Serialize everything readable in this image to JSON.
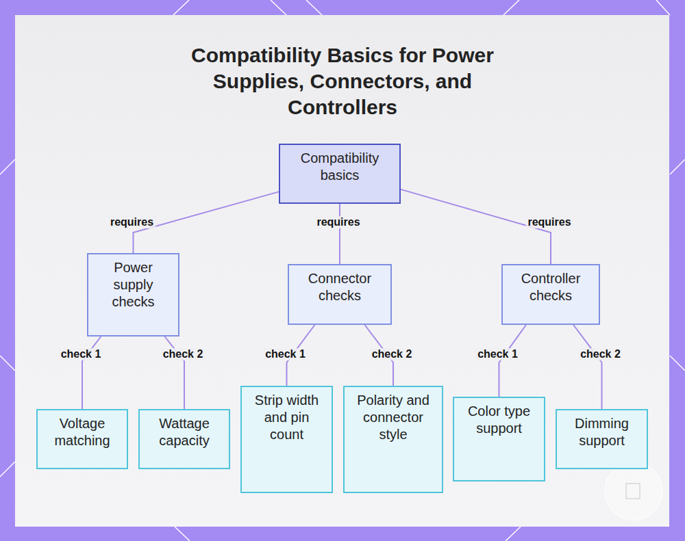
{
  "diagram": {
    "title": "Compatibility Basics for Power Supplies, Connectors, and Controllers",
    "nodes": [
      {
        "text": [
          "Compatibility basics"
        ]
      },
      {
        "text": [
          "Power supply checks"
        ]
      },
      {
        "text": [
          "Connector checks"
        ]
      },
      {
        "text": [
          "Controller checks"
        ]
      },
      {
        "text": [
          "Voltage matching"
        ]
      },
      {
        "text": [
          "Wattage capacity"
        ]
      },
      {
        "text": [
          "Strip width and pin count"
        ]
      },
      {
        "text": [
          "Polarity and connector style"
        ]
      },
      {
        "text": [
          "Color type support"
        ]
      },
      {
        "text": [
          "Dimming support"
        ]
      }
    ],
    "edges": [
      {
        "from": 0,
        "to": 1,
        "label": "requires",
        "arrow": "none"
      },
      {
        "from": 0,
        "to": 2,
        "label": "requires",
        "arrow": "none"
      },
      {
        "from": 0,
        "to": 3,
        "label": "requires",
        "arrow": "none"
      },
      {
        "from": 1,
        "to": 4,
        "label": "check 1",
        "arrow": "none"
      },
      {
        "from": 1,
        "to": 5,
        "label": "check 2",
        "arrow": "none"
      },
      {
        "from": 2,
        "to": 6,
        "label": "check 1",
        "arrow": "none"
      },
      {
        "from": 2,
        "to": 7,
        "label": "check 2",
        "arrow": "none"
      },
      {
        "from": 3,
        "to": 8,
        "label": "check 1",
        "arrow": "none"
      },
      {
        "from": 3,
        "to": 9,
        "label": "check 2",
        "arrow": "none"
      }
    ]
  }
}
